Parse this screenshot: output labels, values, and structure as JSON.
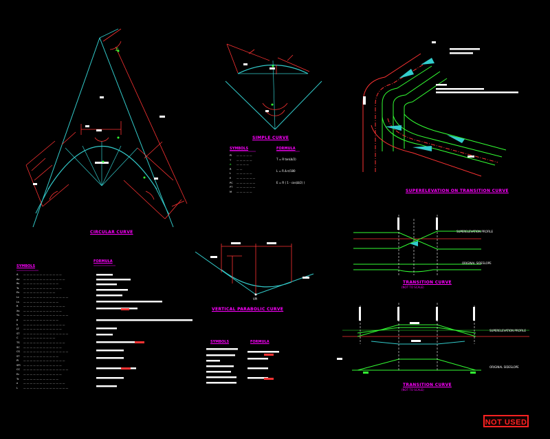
{
  "colors": {
    "background": "#000000",
    "alignment": "#33cccc",
    "dimension": "#ff3333",
    "title": "#ff00ff",
    "lane_line": "#33ff33",
    "text": "#ffffff"
  },
  "titles": {
    "compound_curve": "CIRCULAR CURVE",
    "simple_curve": "SIMPLE CURVE",
    "transition_curve_plan": "SUPERELEVATION ON TRANSITION CURVE",
    "vertical_curve": "VERTICAL PARABOLIC CURVE",
    "transition_curve_1": "TRANSITION CURVE",
    "transition_curve_2": "TRANSITION CURVE"
  },
  "annotations": {
    "superelevation_profile_1": "SUPERELEVATION PROFILE",
    "original_sideslope_1": "ORIGINAL SIDESLOPE",
    "superelevation_profile_2": "SUPERELEVATION PROFILE",
    "original_sideslope_2": "ORIGINAL SIDESLOPE",
    "vpi": "VPI",
    "scale_note": "(NOT TO SCALE)",
    "scale_note_2": "(NOT TO SCALE)",
    "angle_label": "Δ"
  },
  "simple_curve_legend": {
    "col1_header": "SYMBOLS",
    "col2_header": "FORMULA",
    "symbols": [
      "PI",
      "T",
      "Δ",
      "R",
      "L",
      "E",
      "PC",
      "PT",
      "M"
    ],
    "formulas": [
      "T = R tan(Δ/2)",
      "L = R Δ π/180",
      "E = R ( 1 - cos(Δ/2) )"
    ]
  },
  "compound_legend": {
    "symbols_header": "SYMBOLS",
    "formula_header": "FORMULA"
  },
  "vertical_legend": {
    "symbols_header": "SYMBOLS",
    "formula_header": "FORMULA"
  },
  "stamp": {
    "label": "NOT USED"
  }
}
